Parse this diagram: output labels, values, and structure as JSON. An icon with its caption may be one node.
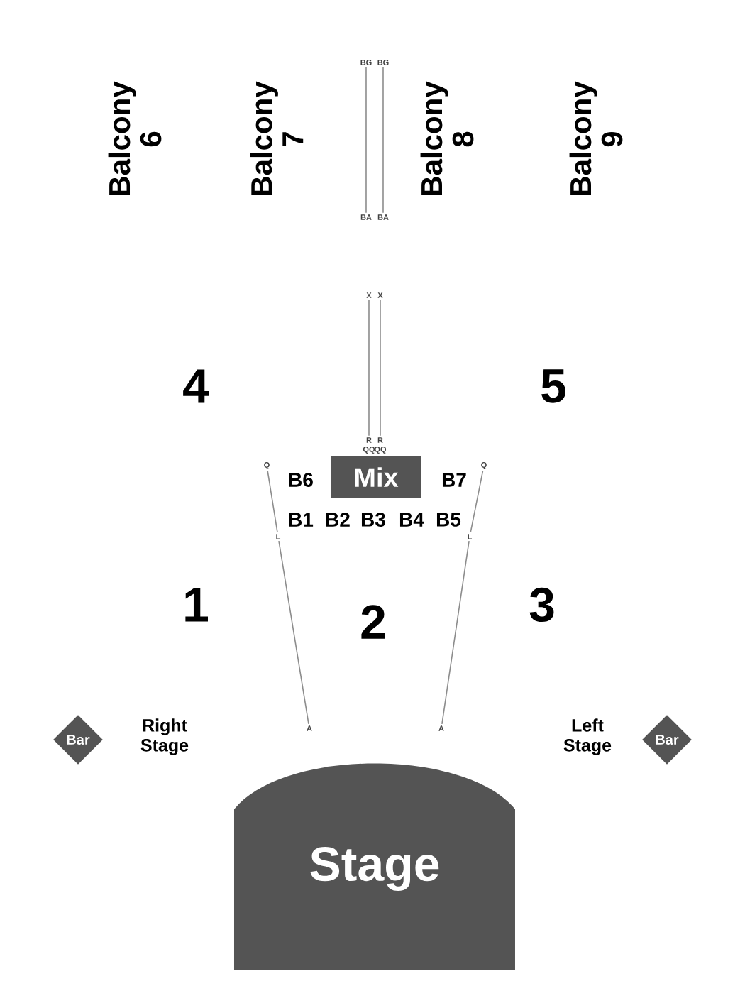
{
  "diagram": {
    "nodes": [
      {
        "text": [
          "BG"
        ]
      },
      {
        "text": [
          "BG"
        ]
      },
      {
        "text": [
          "BA"
        ]
      },
      {
        "text": [
          "BA"
        ]
      },
      {
        "text": [
          "X"
        ]
      },
      {
        "text": [
          "X"
        ]
      },
      {
        "text": [
          "R"
        ]
      },
      {
        "text": [
          "R"
        ]
      },
      {
        "text": [
          "Q"
        ]
      },
      {
        "text": [
          "Mix"
        ]
      },
      {
        "text": [
          "Q"
        ]
      },
      {
        "text": [
          "L"
        ]
      },
      {
        "text": [
          "L"
        ]
      },
      {
        "text": [
          "Bar"
        ]
      },
      {
        "text": [
          "A"
        ]
      },
      {
        "text": [
          "A"
        ]
      },
      {
        "text": [
          "Bar"
        ]
      },
      {
        "text": [
          "Stage"
        ]
      }
    ],
    "edges": [
      {
        "from": 0,
        "to": 2,
        "arrow": "none"
      },
      {
        "from": 1,
        "to": 3,
        "arrow": "none"
      },
      {
        "from": 4,
        "to": 6,
        "arrow": "none"
      },
      {
        "from": 5,
        "to": 7,
        "arrow": "none"
      },
      {
        "from": 8,
        "to": 11,
        "arrow": "none"
      },
      {
        "from": 11,
        "to": 14,
        "arrow": "none"
      },
      {
        "from": 10,
        "to": 12,
        "arrow": "none"
      },
      {
        "from": 12,
        "to": 15,
        "arrow": "none"
      }
    ],
    "labels": [
      "Balcony 6",
      "Balcony 7",
      "Balcony 8",
      "Balcony 9",
      "4",
      "5",
      "QQ",
      "QQ",
      "B6",
      "B7",
      "B1",
      "B2",
      "B3",
      "B4",
      "B5",
      "1",
      "2",
      "3",
      "Right Stage",
      "Left Stage"
    ]
  }
}
